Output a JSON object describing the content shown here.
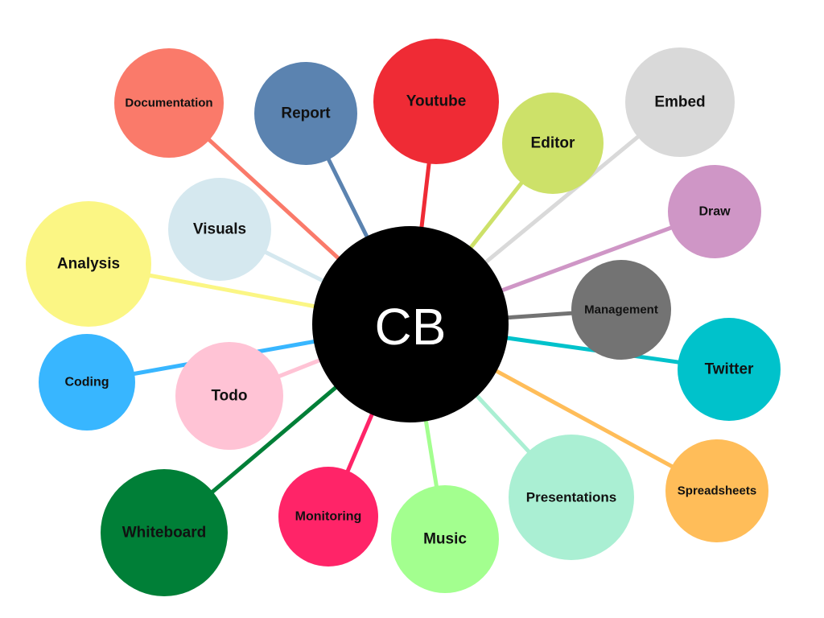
{
  "center": {
    "label": "CB",
    "color": "#000000",
    "text_color": "#ffffff"
  },
  "nodes": [
    {
      "id": "documentation",
      "label": "Documentation",
      "color": "#fa7a6a"
    },
    {
      "id": "report",
      "label": "Report",
      "color": "#5b83b0"
    },
    {
      "id": "youtube",
      "label": "Youtube",
      "color": "#ef2b35"
    },
    {
      "id": "editor",
      "label": "Editor",
      "color": "#cde169"
    },
    {
      "id": "embed",
      "label": "Embed",
      "color": "#d9d9d9"
    },
    {
      "id": "draw",
      "label": "Draw",
      "color": "#cf96c6"
    },
    {
      "id": "visuals",
      "label": "Visuals",
      "color": "#d5e8ef"
    },
    {
      "id": "analysis",
      "label": "Analysis",
      "color": "#fbf684"
    },
    {
      "id": "management",
      "label": "Management",
      "color": "#737373"
    },
    {
      "id": "coding",
      "label": "Coding",
      "color": "#38b6ff"
    },
    {
      "id": "twitter",
      "label": "Twitter",
      "color": "#00c2cb"
    },
    {
      "id": "todo",
      "label": "Todo",
      "color": "#ffc3d5"
    },
    {
      "id": "spreadsheets",
      "label": "Spreadsheets",
      "color": "#ffbd59"
    },
    {
      "id": "presentations",
      "label": "Presentations",
      "color": "#aaefd3"
    },
    {
      "id": "whiteboard",
      "label": "Whiteboard",
      "color": "#007f37"
    },
    {
      "id": "monitoring",
      "label": "Monitoring",
      "color": "#ff2468"
    },
    {
      "id": "music",
      "label": "Music",
      "color": "#a3ff8f"
    }
  ]
}
